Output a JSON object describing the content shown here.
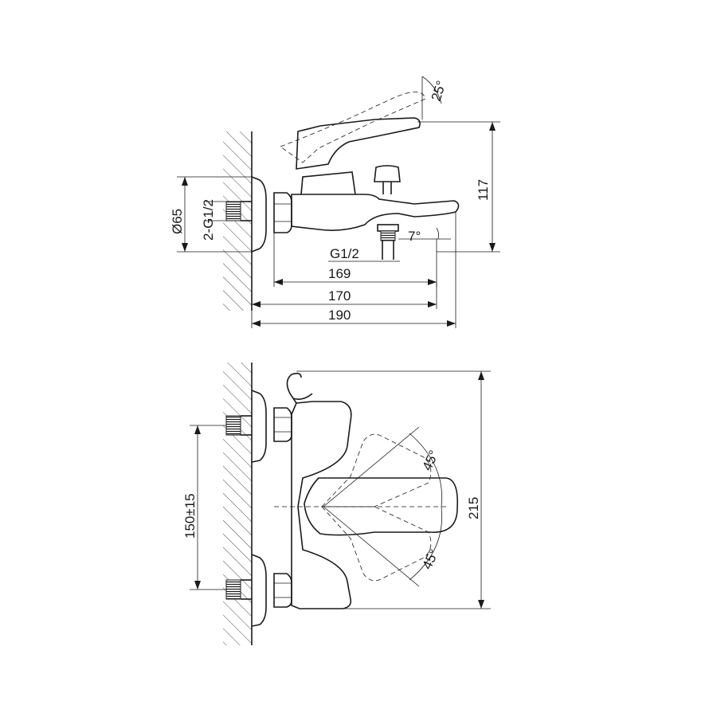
{
  "side_view": {
    "dims": {
      "angle_lever": "25°",
      "height": "117",
      "diameter": "Ø65",
      "inlet_thread": "2-G1/2",
      "outlet_thread": "G1/2",
      "spout_angle": "7°",
      "d169": "169",
      "d170": "170",
      "d190": "190"
    }
  },
  "top_view": {
    "dims": {
      "centers": "150±15",
      "width": "215",
      "angle_upper": "45°",
      "angle_lower": "45°"
    }
  }
}
